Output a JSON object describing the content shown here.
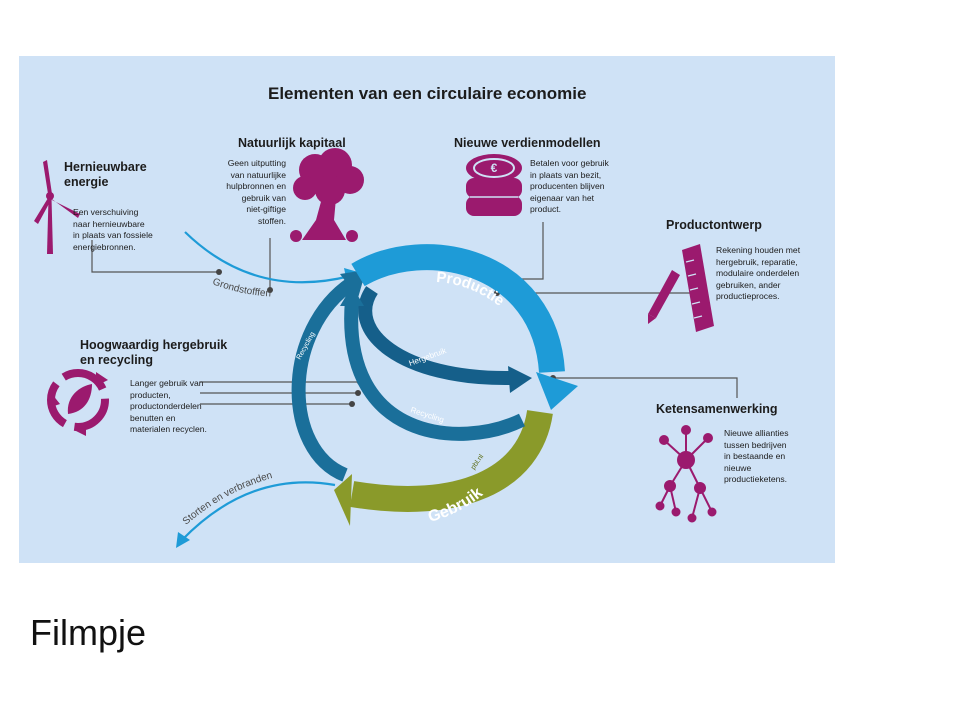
{
  "title": "Elementen van een circulaire economie",
  "sections": {
    "hernieuwbare_energie": {
      "title": "Hernieuwbare\nenergie",
      "body": "Een verschuiving\nnaar hernieuwbare\nin plaats van fossiele\nenergiebronnen."
    },
    "natuurlijk_kapitaal": {
      "title": "Natuurlijk kapitaal",
      "body": "Geen uitputting\nvan natuurlijke\nhulpbronnen en\ngebruik van\nniet-giftige\nstoffen."
    },
    "nieuwe_verdienmodellen": {
      "title": "Nieuwe verdienmodellen",
      "body": "Betalen voor gebruik\nin plaats van bezit,\nproducenten blijven\neigenaar van het\nproduct."
    },
    "productontwerp": {
      "title": "Productontwerp",
      "body": "Rekening houden met\nhergebruik, reparatie,\nmodulaire onderdelen\ngebruiken, ander\nproductieproces."
    },
    "hoogwaardig_hergebruik": {
      "title": "Hoogwaardig hergebruik\nen recycling",
      "body": "Langer gebruik van\nproducten,\nproductonderdelen\nbenutten en\nmaterialen recyclen."
    },
    "ketensamenwerking": {
      "title": "Ketensamenwerking",
      "body": "Nieuwe allianties\ntussen bedrijven\nin bestaande en\nnieuwe\nproductieketens."
    }
  },
  "cycle_labels": {
    "productie": "Productie",
    "gebruik": "Gebruik",
    "hergebruik": "Hergebruik",
    "recycling_inner": "Recycling",
    "recycling_outer": "Recycling",
    "grondstoffen": "Grondstofffen",
    "storten": "Storten en verbranden",
    "credit": "pbl.nl"
  },
  "colors": {
    "panel": "#cfe2f6",
    "productie": "#1e9bd7",
    "gebruik": "#8a9a2a",
    "recycling": "#1a6f9a",
    "hergebruik": "#155f8a",
    "icon": "#9b1a6e",
    "leader": "#555555"
  },
  "icons": [
    "wind-turbine-icon",
    "tree-icon",
    "coin-stack-icon",
    "pencil-ruler-icon",
    "recycle-leaf-icon",
    "network-icon"
  ],
  "footer": {
    "caption": "Filmpje"
  }
}
